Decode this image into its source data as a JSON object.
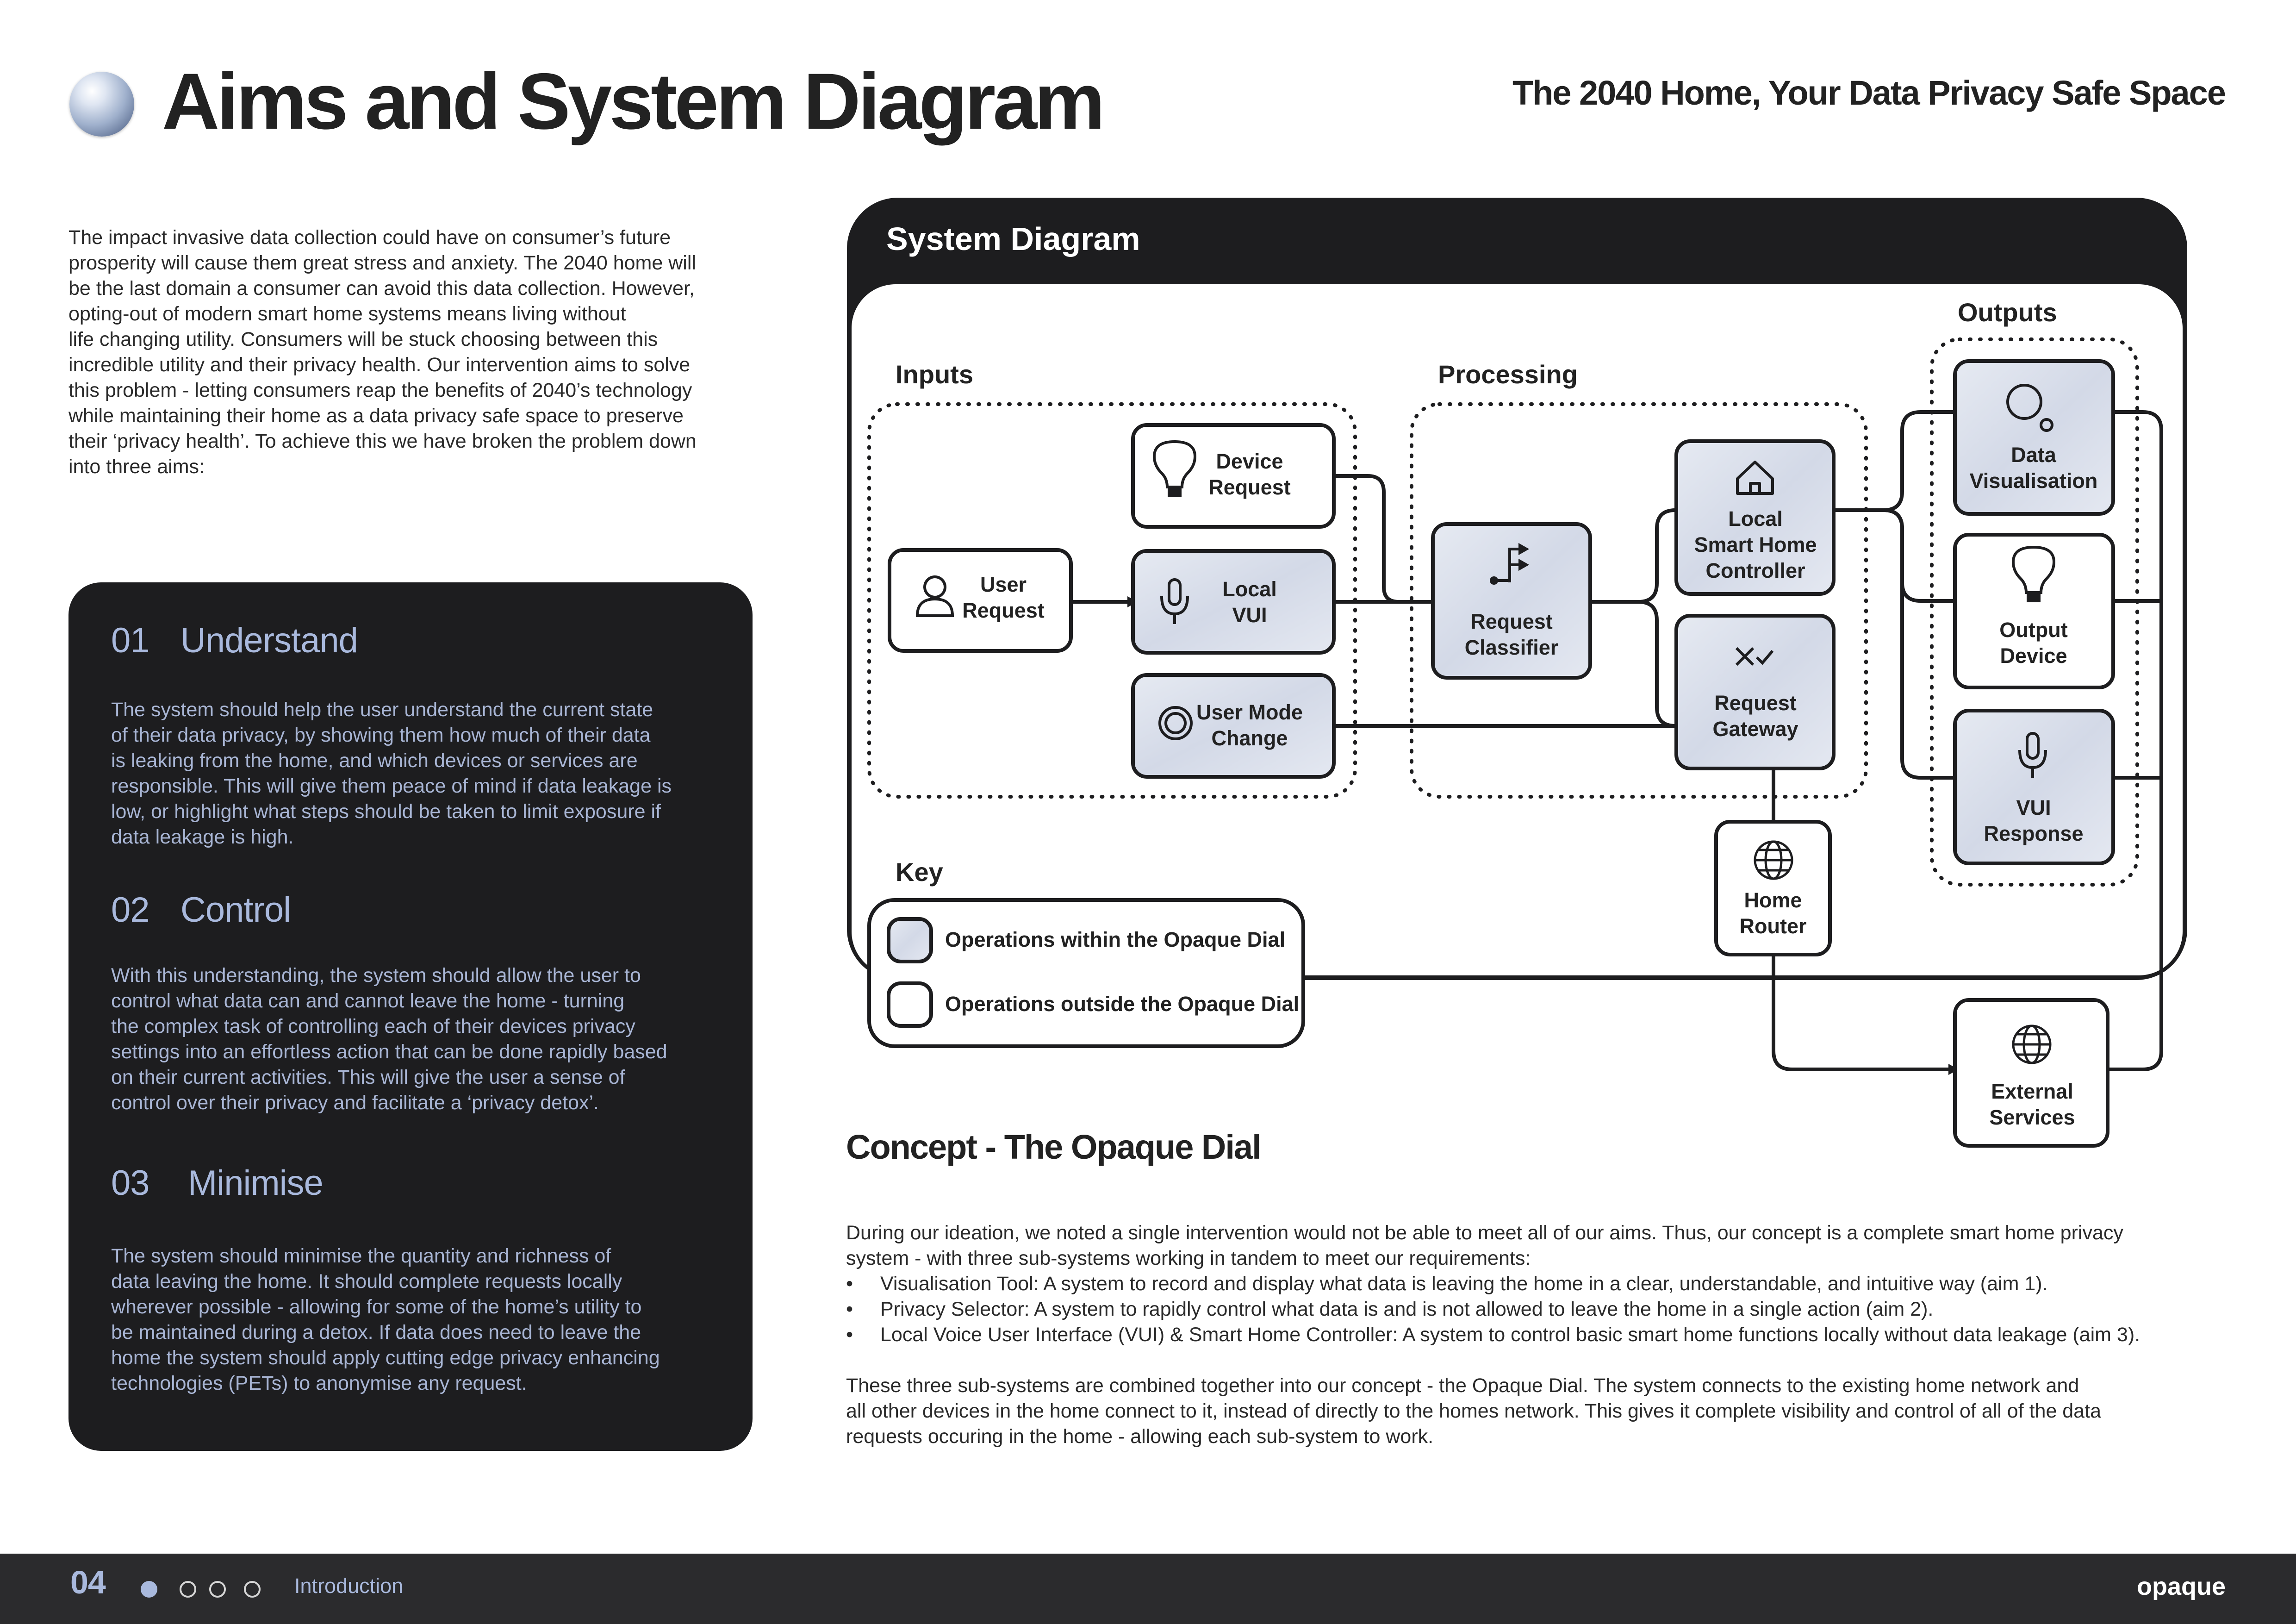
{
  "header": {
    "title": "Aims and System Diagram",
    "subtitle": "The 2040 Home, Your Data Privacy Safe Space"
  },
  "intro": {
    "lines": [
      "The impact invasive data collection could have on consumer’s future",
      "prosperity will cause them great stress and anxiety. The 2040 home will",
      "be the last domain a consumer can avoid this data collection. However,",
      "opting-out of modern smart home systems means living without",
      "life changing utility. Consumers will be stuck choosing between this",
      "incredible utility and their privacy health. Our intervention aims to solve",
      "this problem - letting consumers reap the benefits of 2040’s technology",
      "while maintaining their home as a data privacy safe space to preserve",
      "their ‘privacy health’. To achieve this we have broken the problem down",
      "into three aims:"
    ]
  },
  "aims": [
    {
      "num": "01",
      "title": "Understand",
      "lines": [
        "The system should help the user understand the current state",
        "of their data privacy, by showing them how much of their data",
        "is leaking from the home, and which devices or services are",
        "responsible. This will give them peace of mind if data leakage is",
        "low, or highlight what steps should be taken to limit exposure if",
        "data leakage is high."
      ]
    },
    {
      "num": "02",
      "title": "Control",
      "lines": [
        "With this understanding, the system should allow the user to",
        "control what data can and cannot leave the home - turning",
        "the complex task of controlling each of their devices privacy",
        "settings into an effortless action that can be done rapidly based",
        "on their current activities. This will give the user a sense of",
        "control over their privacy and facilitate a ‘privacy detox’."
      ]
    },
    {
      "num": "03",
      "title": "Minimise",
      "lines": [
        "The system should minimise the quantity and richness of",
        "data leaving the home. It should complete requests locally",
        "wherever possible - allowing for some of the home’s utility to",
        "be maintained during a detox. If data does need to leave the",
        "home the system should apply cutting edge privacy enhancing",
        "technologies (PETs) to anonymise any request."
      ]
    }
  ],
  "diagram": {
    "title": "System Diagram",
    "groups": {
      "inputs": "Inputs",
      "processing": "Processing",
      "outputs": "Outputs",
      "key": "Key"
    },
    "nodes": {
      "user_request": [
        "User",
        "Request"
      ],
      "device_request": [
        "Device",
        "Request"
      ],
      "local_vui": [
        "Local",
        "VUI"
      ],
      "user_mode_change": [
        "User Mode",
        "Change"
      ],
      "request_classifier": [
        "Request",
        "Classifier"
      ],
      "local_controller": [
        "Local",
        "Smart Home",
        "Controller"
      ],
      "request_gateway": [
        "Request",
        "Gateway"
      ],
      "home_router": [
        "Home",
        "Router"
      ],
      "data_visualisation": [
        "Data",
        "Visualisation"
      ],
      "output_device": [
        "Output",
        "Device"
      ],
      "vui_response": [
        "VUI",
        "Response"
      ],
      "external_services": [
        "External",
        "Services"
      ]
    },
    "key": {
      "within": "Operations within the Opaque Dial",
      "outside": "Operations outside the Opaque Dial"
    },
    "colors": {
      "inside_fill": "#d8deea",
      "outside_fill": "#ffffff",
      "dark": "#1d1d1f",
      "accent": "#a9b9dd"
    }
  },
  "concept": {
    "title": "Concept - The Opaque Dial",
    "para1": [
      "During our ideation, we noted a single intervention would not be able to meet all of our aims. Thus, our concept is a complete smart home privacy",
      "system - with three sub-systems working in tandem to meet our requirements:"
    ],
    "bullets": [
      "Visualisation Tool: A system to record and display what data is leaving the home in a clear, understandable, and intuitive way (aim 1).",
      "Privacy Selector: A system to rapidly control what data is and is not allowed to leave the home in a single action (aim 2).",
      "Local Voice User Interface (VUI) & Smart Home Controller: A system to control basic smart home functions locally without data leakage (aim 3)."
    ],
    "para2": [
      "These three sub-systems are combined together into our concept - the Opaque Dial. The system connects to the existing home network and",
      "all other devices in the home connect to it, instead of directly to the homes network. This gives it complete visibility and control of all of the data",
      "requests occuring in the home - allowing each sub-system to work."
    ]
  },
  "footer": {
    "page": "04",
    "section": "Introduction",
    "brand": "opaque",
    "pager_total": 4,
    "pager_active": 1
  }
}
